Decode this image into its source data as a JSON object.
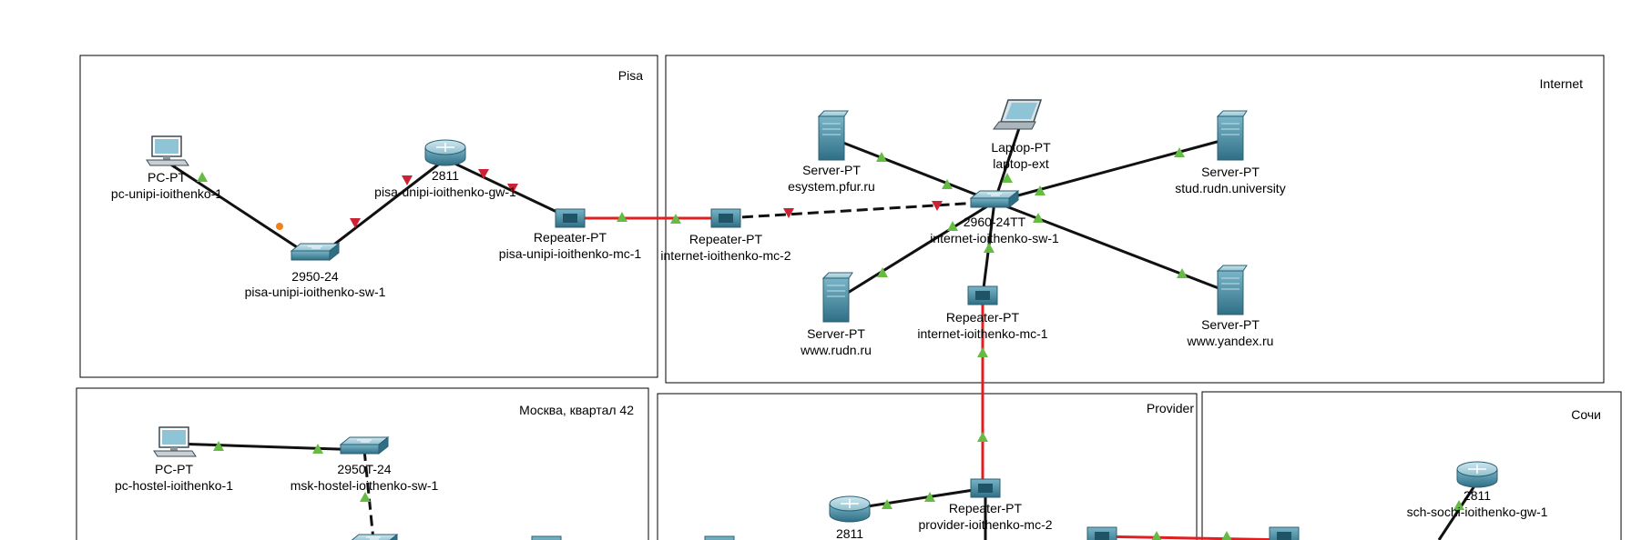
{
  "colors": {
    "link": "#111111",
    "fiber_link": "#e02020",
    "port_up": "#66bb44",
    "port_down": "#cc2233",
    "port_orange": "#f08020",
    "device": "#4a8fa8",
    "zone_border": "#000000"
  },
  "zones": [
    {
      "id": "pisa",
      "label": "Pisa"
    },
    {
      "id": "internet",
      "label": "Internet"
    },
    {
      "id": "moscow",
      "label": "Москва, квартал 42"
    },
    {
      "id": "provider",
      "label": "Provider"
    },
    {
      "id": "sochi",
      "label": "Сочи"
    }
  ],
  "devices": [
    {
      "id": "pc-pisa",
      "icon": "pc-icon",
      "model": "PC-PT",
      "name": "pc-unipi-ioithenko-1"
    },
    {
      "id": "sw-pisa",
      "icon": "switch-icon",
      "model": "2950-24",
      "name": "pisa-unipi-ioithenko-sw-1"
    },
    {
      "id": "gw-pisa",
      "icon": "router-icon",
      "model": "2811",
      "name": "pisa-unipi-ioithenko-gw-1"
    },
    {
      "id": "mc-pisa",
      "icon": "repeater-icon",
      "model": "Repeater-PT",
      "name": "pisa-unipi-ioithenko-mc-1"
    },
    {
      "id": "mc-inet-2",
      "icon": "repeater-icon",
      "model": "Repeater-PT",
      "name": "internet-ioithenko-mc-2"
    },
    {
      "id": "srv-esystem",
      "icon": "server-icon",
      "model": "Server-PT",
      "name": "esystem.pfur.ru"
    },
    {
      "id": "laptop-ext",
      "icon": "laptop-icon",
      "model": "Laptop-PT",
      "name": "laptop-ext"
    },
    {
      "id": "srv-stud",
      "icon": "server-icon",
      "model": "Server-PT",
      "name": "stud.rudn.university"
    },
    {
      "id": "sw-inet",
      "icon": "switch-icon",
      "model": "2960-24TT",
      "name": "internet-ioithenko-sw-1"
    },
    {
      "id": "srv-rudn",
      "icon": "server-icon",
      "model": "Server-PT",
      "name": "www.rudn.ru"
    },
    {
      "id": "mc-inet-1",
      "icon": "repeater-icon",
      "model": "Repeater-PT",
      "name": "internet-ioithenko-mc-1"
    },
    {
      "id": "srv-yandex",
      "icon": "server-icon",
      "model": "Server-PT",
      "name": "www.yandex.ru"
    },
    {
      "id": "pc-hostel",
      "icon": "pc-icon",
      "model": "PC-PT",
      "name": "pc-hostel-ioithenko-1"
    },
    {
      "id": "sw-hostel",
      "icon": "switch-icon",
      "model": "2950T-24",
      "name": "msk-hostel-ioithenko-sw-1"
    },
    {
      "id": "gw-provider",
      "icon": "router-icon",
      "model": "2811",
      "name": ""
    },
    {
      "id": "mc-prov-2",
      "icon": "repeater-icon",
      "model": "Repeater-PT",
      "name": "provider-ioithenko-mc-2"
    },
    {
      "id": "gw-sochi",
      "icon": "router-icon",
      "model": "2811",
      "name": "sch-sochi-ioithenko-gw-1"
    }
  ]
}
